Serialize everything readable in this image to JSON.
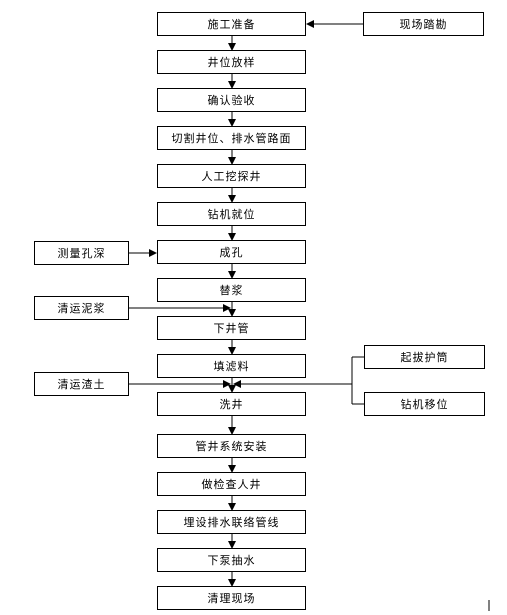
{
  "main_steps": [
    "施工准备",
    "井位放样",
    "确认验收",
    "切割井位、排水管路面",
    "人工挖探井",
    "钻机就位",
    "成孔",
    "替浆",
    "下井管",
    "填滤料",
    "洗井",
    "管井系统安装",
    "做检查人井",
    "埋设排水联络管线",
    "下泵抽水",
    "清理现场"
  ],
  "side_steps": {
    "site_survey": "现场踏勘",
    "measure_depth": "测量孔深",
    "clear_mud": "清运泥浆",
    "clear_soil": "清运渣土",
    "pull_casing": "起拔护筒",
    "rig_move": "钻机移位"
  }
}
